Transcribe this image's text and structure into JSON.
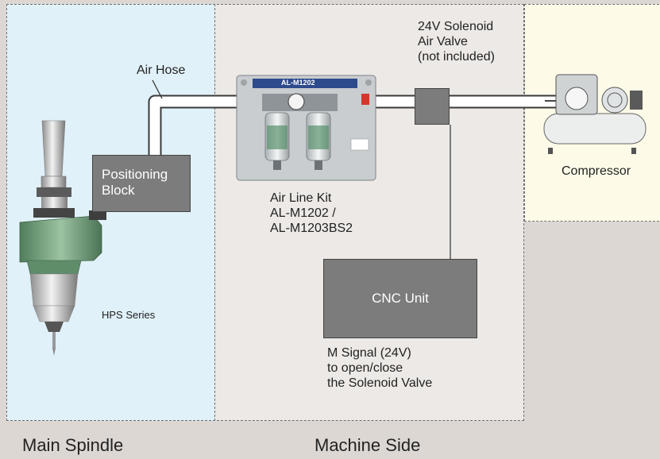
{
  "zones": {
    "main_spindle": "Main Spindle",
    "machine_side": "Machine Side"
  },
  "labels": {
    "air_hose": "Air Hose",
    "positioning_block": [
      "Positioning",
      "Block"
    ],
    "hps_series": "HPS Series",
    "air_line_kit": [
      "Air Line Kit",
      "AL-M1202 /",
      "AL-M1203BS2"
    ],
    "solenoid": [
      "24V Solenoid",
      "Air Valve",
      "(not included)"
    ],
    "compressor": "Compressor",
    "cnc_unit": "CNC Unit",
    "m_signal": [
      "M Signal (24V)",
      "to open/close",
      "the Solenoid Valve"
    ]
  },
  "device_markings": {
    "air_line_kit_plate": "AL-M1202"
  },
  "colors": {
    "spindle_zone_bg": "#e1f1f9",
    "machine_zone_bg": "#ece9e6",
    "compressor_zone_bg": "#fdfbe8",
    "component_box": "#7c7c7c",
    "spindle_green": "#7aa382"
  }
}
